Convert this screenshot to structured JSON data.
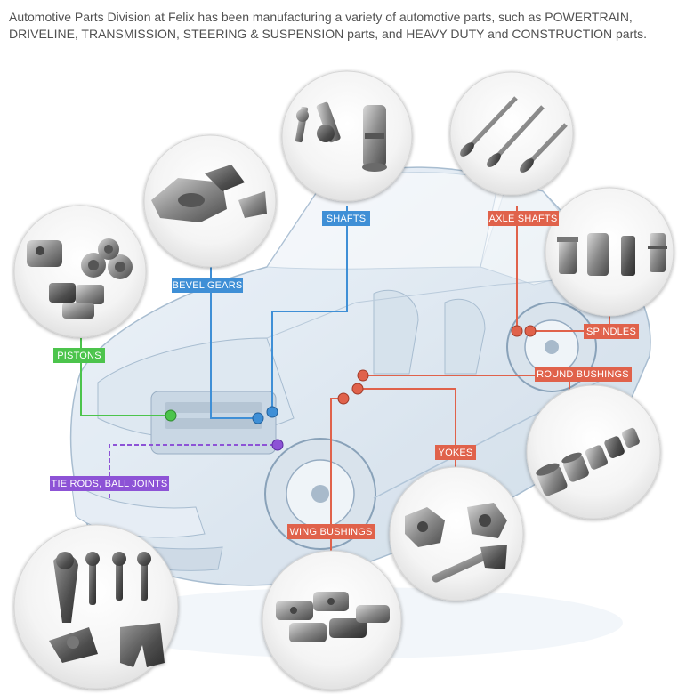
{
  "intro_text": "Automotive Parts Division at Felix has been manufacturing a variety of automotive parts, such as POWERTRAIN, DRIVELINE, TRANSMISSION, STEERING & SUSPENSION parts, and HEAVY DUTY and CONSTRUCTION parts.",
  "colors": {
    "green": "#4cc44c",
    "blue": "#3f8fd6",
    "purple": "#8d53d6",
    "red": "#e0624b"
  },
  "labels": {
    "shafts": "SHAFTS",
    "axle_shafts": "AXLE SHAFTS",
    "bevel_gears": "BEVEL GEARS",
    "spindles": "SPINDLES",
    "pistons": "PISTONS",
    "round_bushings": "ROUND BUSHINGS",
    "yokes": "YOKES",
    "tie_rods_ball_joints": "TIE RODS, BALL JOINTS",
    "wing_bushings": "WING BUSHINGS"
  }
}
